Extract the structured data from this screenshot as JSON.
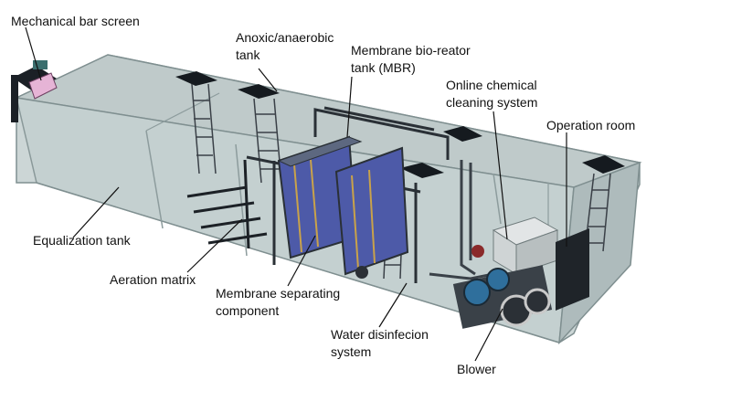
{
  "labels": {
    "mechanical_bar_screen": "Mechanical bar screen",
    "anoxic_tank_line1": "Anoxic/anaerobic",
    "anoxic_tank_line2": "tank",
    "mbr_line1": "Membrane bio-reator",
    "mbr_line2": "tank (MBR)",
    "cleaning_line1": "Online chemical",
    "cleaning_line2": "cleaning system",
    "operation_room": "Operation room",
    "equalization_tank": "Equalization tank",
    "aeration_matrix": "Aeration matrix",
    "membrane_line1": "Membrane separating",
    "membrane_line2": "component",
    "disinfection_line1": "Water disinfecion",
    "disinfection_line2": "system",
    "blower": "Blower"
  },
  "colors": {
    "tank_glass": "#b9c7c7",
    "tank_edge": "#7f8f90",
    "membrane_blue": "#4d5aa8",
    "membrane_gold": "#c9a24a",
    "equipment_dark": "#2b3036",
    "blower_blue": "#2f6f9c",
    "bar_screen_pink": "#e6b4d6"
  }
}
